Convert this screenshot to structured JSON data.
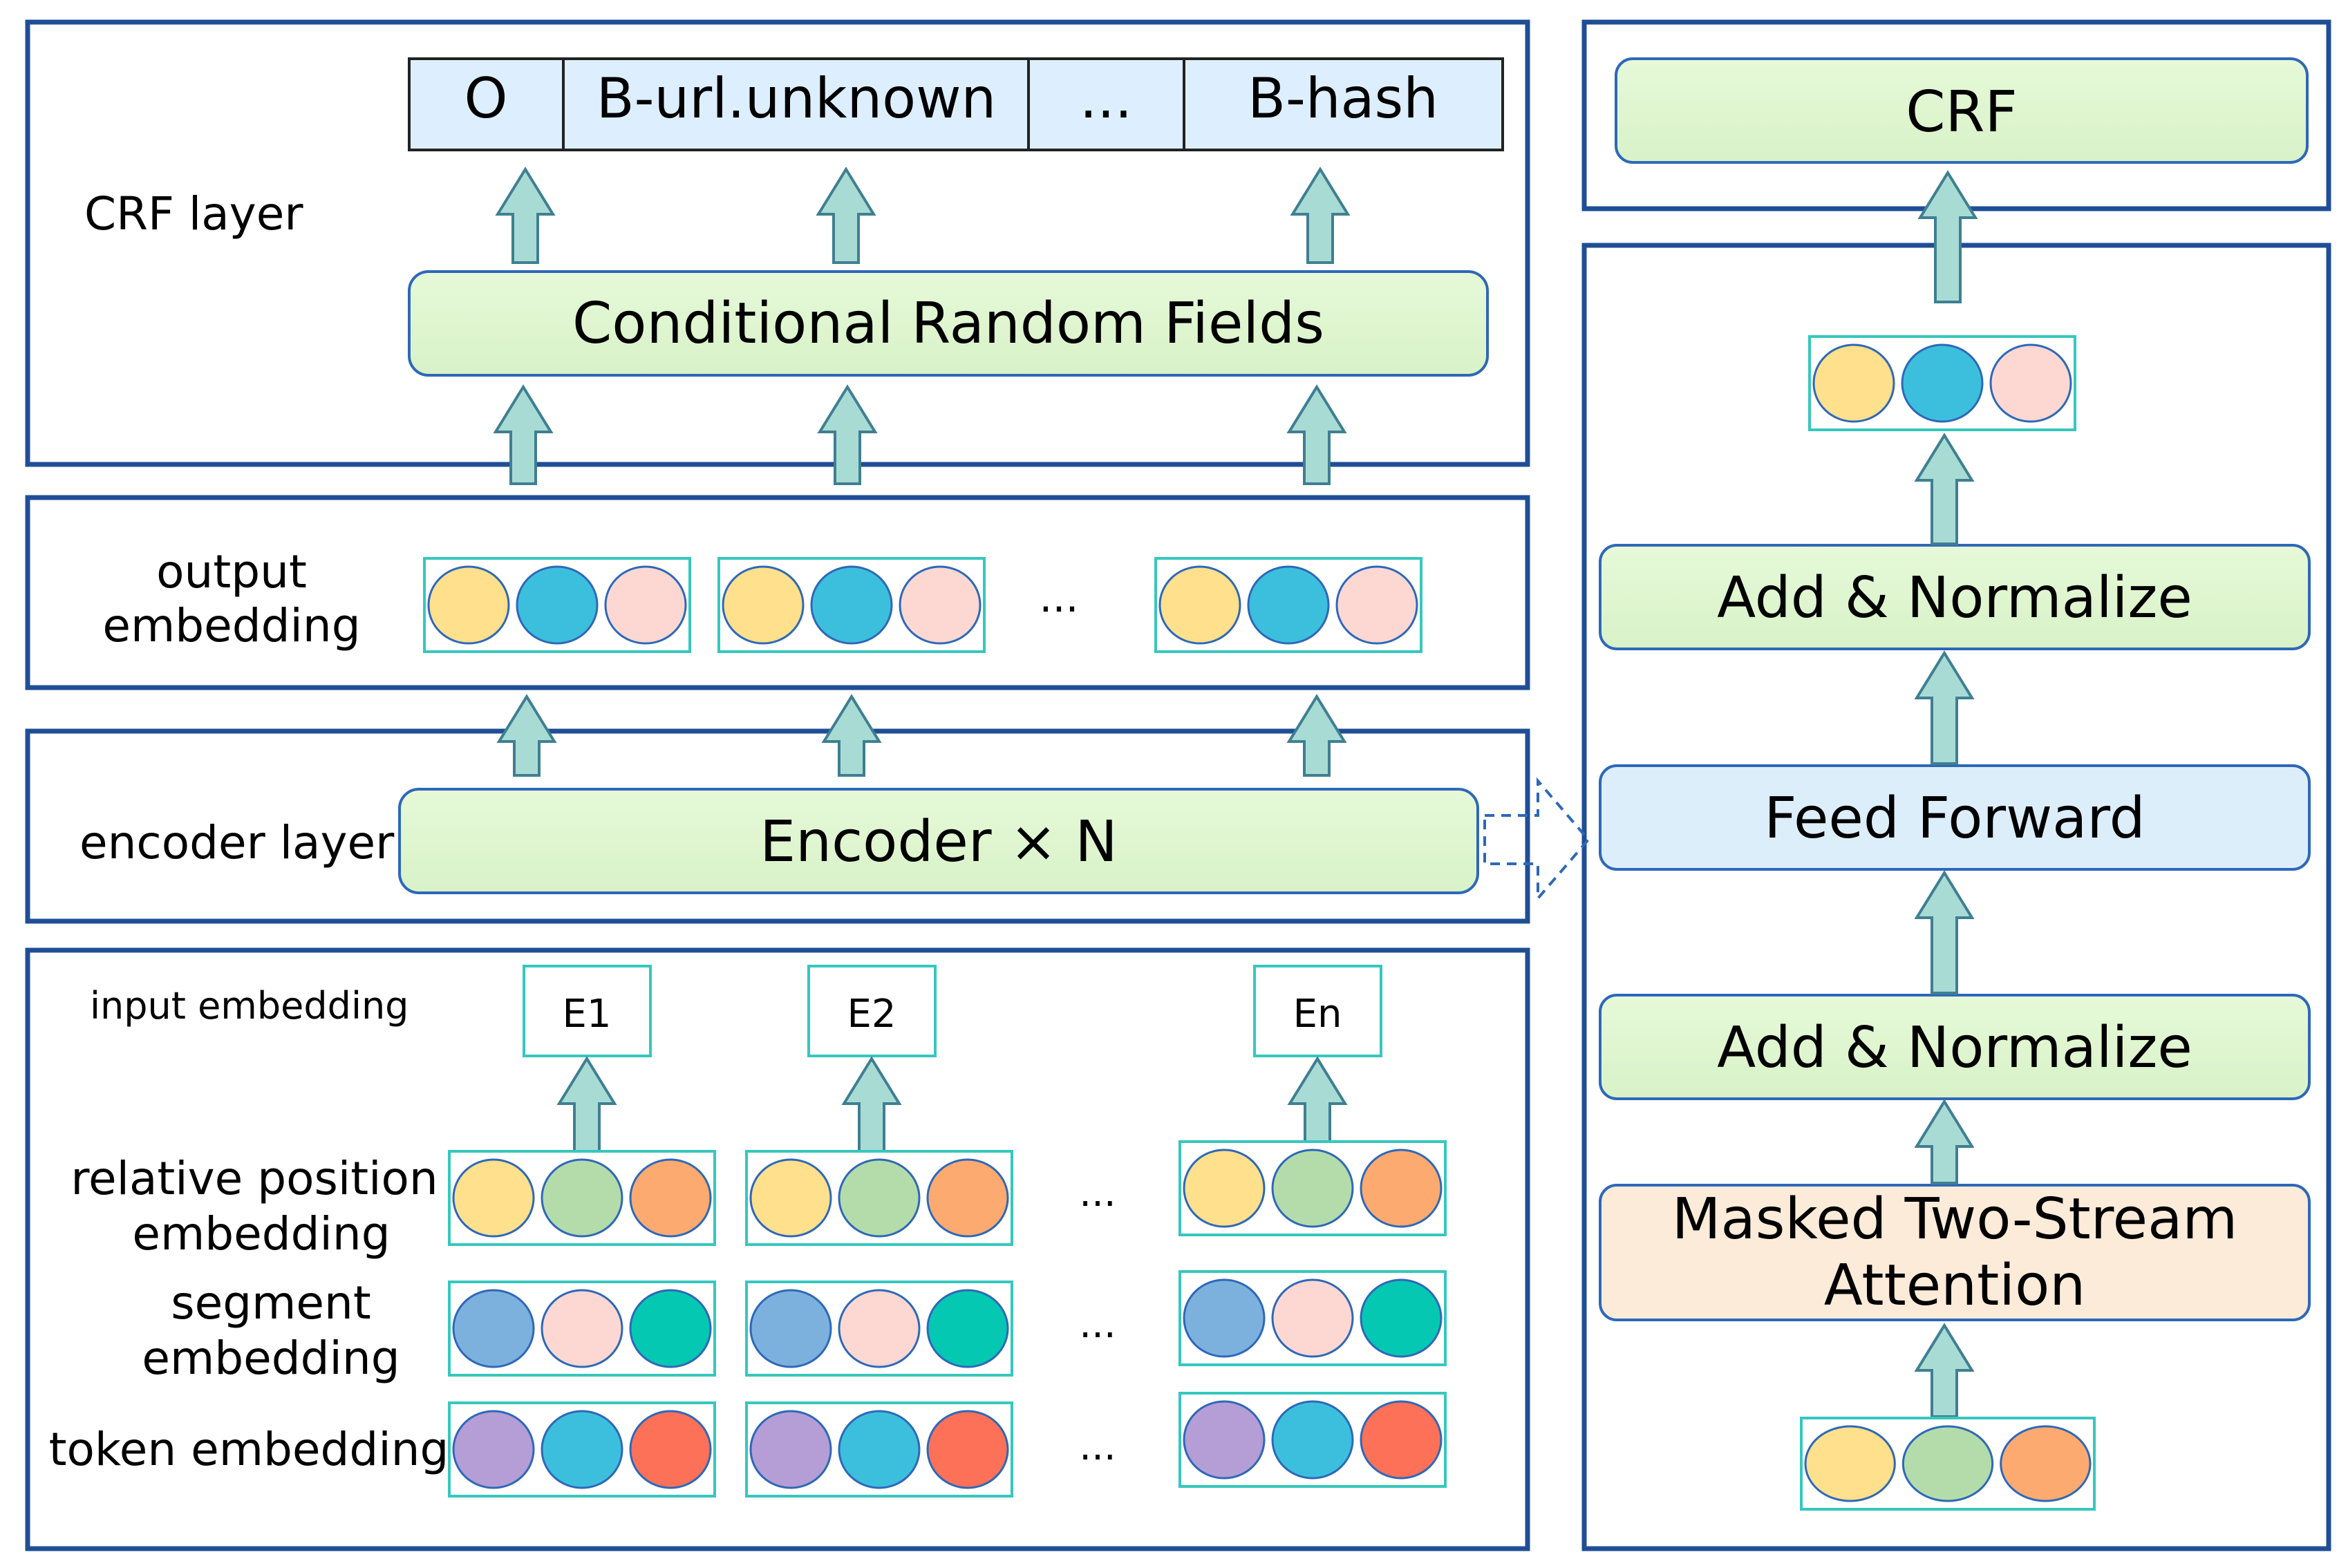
{
  "left": {
    "crf_layer_label": "CRF layer",
    "tags": [
      "O",
      "B-url.unknown",
      "...",
      "B-hash"
    ],
    "crf_box_label": "Conditional Random Fields",
    "output_embedding_label_line1": "output",
    "output_embedding_label_line2": "embedding",
    "output_ellipsis": "...",
    "encoder_layer_label": "encoder layer",
    "encoder_box_label": "Encoder × N",
    "input_embedding_label": "input embedding",
    "tokens": [
      "E1",
      "E2",
      "En"
    ],
    "relative_position_label_line1": "relative position",
    "relative_position_label_line2": "embedding",
    "segment_label_line1": "segment",
    "segment_label_line2": "embedding",
    "token_embedding_label": "token embedding",
    "row_ellipsis": "..."
  },
  "right": {
    "crf_label": "CRF",
    "add_norm_top_label": "Add & Normalize",
    "feed_forward_label": "Feed Forward",
    "add_norm_bottom_label": "Add & Normalize",
    "attention_label_line1": "Masked Two-Stream",
    "attention_label_line2": "Attention"
  },
  "colors": {
    "frame": "#1f4e96",
    "teal_border": "#36c7be",
    "green_fill": "#e0f7d2",
    "green_stroke": "#2e68b8",
    "tag_fill": "#ddefff",
    "ff_fill": "#ddeefb",
    "attn_fill": "#fdebd9",
    "arrow_fill": "#a9dbd5",
    "arrow_stroke": "#3f7f92",
    "yellow": "#ffe08c",
    "cyan": "#3cbfdd",
    "pink": "#fdd8d2",
    "green_dot": "#b3dcaa",
    "orange": "#fdaa70",
    "blue_dot": "#7cb1de",
    "teal_dot": "#05c8b3",
    "purple": "#b59dd6",
    "red": "#fd7158"
  }
}
